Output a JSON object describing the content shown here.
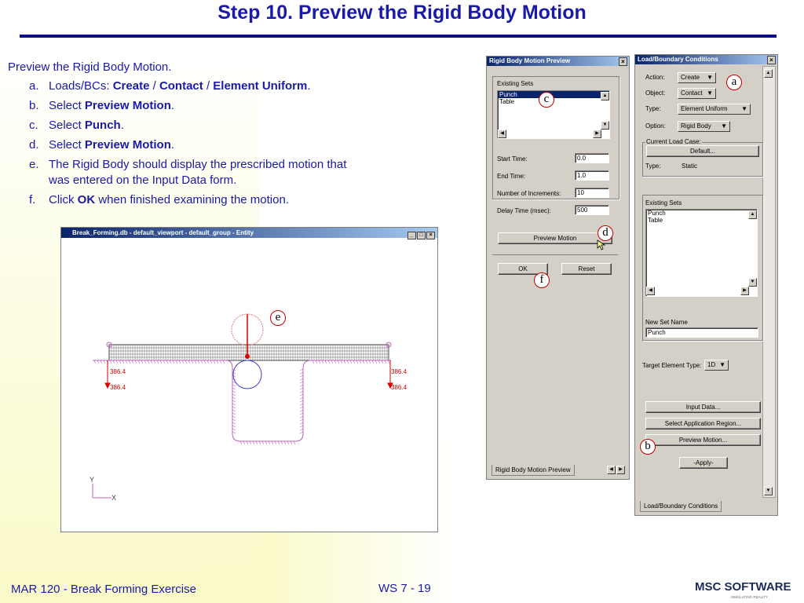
{
  "slide": {
    "title": "Step 10. Preview the Rigid Body Motion",
    "intro": "Preview the Rigid Body Motion.",
    "steps": [
      {
        "letter": "a.",
        "parts": [
          {
            "t": "Loads/BCs: ",
            "b": false
          },
          {
            "t": "Create",
            "b": true
          },
          {
            "t": " / ",
            "b": false
          },
          {
            "t": "Contact",
            "b": true
          },
          {
            "t": " / ",
            "b": false
          },
          {
            "t": "Element Uniform",
            "b": true
          },
          {
            "t": ".",
            "b": false
          }
        ]
      },
      {
        "letter": "b.",
        "parts": [
          {
            "t": "Select ",
            "b": false
          },
          {
            "t": "Preview Motion",
            "b": true
          },
          {
            "t": ".",
            "b": false
          }
        ]
      },
      {
        "letter": "c.",
        "parts": [
          {
            "t": "Select ",
            "b": false
          },
          {
            "t": "Punch",
            "b": true
          },
          {
            "t": ".",
            "b": false
          }
        ]
      },
      {
        "letter": "d.",
        "parts": [
          {
            "t": "Select ",
            "b": false
          },
          {
            "t": "Preview Motion",
            "b": true
          },
          {
            "t": ".",
            "b": false
          }
        ]
      },
      {
        "letter": "e.",
        "parts": [
          {
            "t": "The Rigid Body should display the prescribed motion that was entered on the Input Data form.",
            "b": false
          }
        ]
      },
      {
        "letter": "f.",
        "parts": [
          {
            "t": "Click ",
            "b": false
          },
          {
            "t": "OK",
            "b": true
          },
          {
            "t": " when finished examining the motion.",
            "b": false
          }
        ]
      }
    ],
    "footer_left": "MAR 120 - Break Forming Exercise",
    "footer_mid": "WS 7 - 19",
    "logo_text": "MSC SOFTWARE",
    "logo_tagline": "SIMULATING REALITY"
  },
  "viewport": {
    "title": "Break_Forming.db - default_viewport - default_group - Entity",
    "load_labels": [
      "386.4",
      "386.4",
      "386.4",
      "386.4"
    ],
    "axis_y": "Y",
    "axis_x": "X"
  },
  "rbm": {
    "title": "Rigid Body Motion Preview",
    "existing_sets_label": "Existing Sets",
    "sets": [
      "Punch",
      "Table"
    ],
    "selected_set": "Punch",
    "start_time_label": "Start Time:",
    "start_time": "0.0",
    "end_time_label": "End Time:",
    "end_time": "1.0",
    "increments_label": "Number of Increments:",
    "increments": "10",
    "delay_label": "Delay Time (msec):",
    "delay": "500",
    "preview_btn": "Preview Motion",
    "ok_btn": "OK",
    "reset_btn": "Reset",
    "tab": "Rigid Body Motion Preview"
  },
  "lbc": {
    "title": "Load/Boundary Conditions",
    "action_label": "Action:",
    "action": "Create",
    "object_label": "Object:",
    "object": "Contact",
    "type_label": "Type:",
    "type": "Element Uniform",
    "option_label": "Option:",
    "option": "Rigid Body",
    "load_case_group": "Current Load Case:",
    "load_case_btn": "Default...",
    "lc_type_label": "Type:",
    "lc_type": "Static",
    "existing_sets_label": "Existing Sets",
    "sets": [
      "Punch",
      "Table"
    ],
    "new_set_label": "New Set Name",
    "new_set": "Punch",
    "target_label": "Target Element Type:",
    "target": "1D",
    "input_btn": "Input Data...",
    "region_btn": "Select Application Region...",
    "preview_btn": "Preview Motion...",
    "apply_btn": "-Apply-",
    "tab": "Load/Boundary Conditions"
  },
  "callouts": {
    "a": "a",
    "b": "b",
    "c": "c",
    "d": "d",
    "e": "e",
    "f": "f"
  },
  "colors": {
    "title": "#1a1aa8",
    "callout": "#c00000",
    "mesh": "#202020",
    "bc": "#c060c0",
    "load": "#d00000",
    "punch": "#4040d0"
  }
}
